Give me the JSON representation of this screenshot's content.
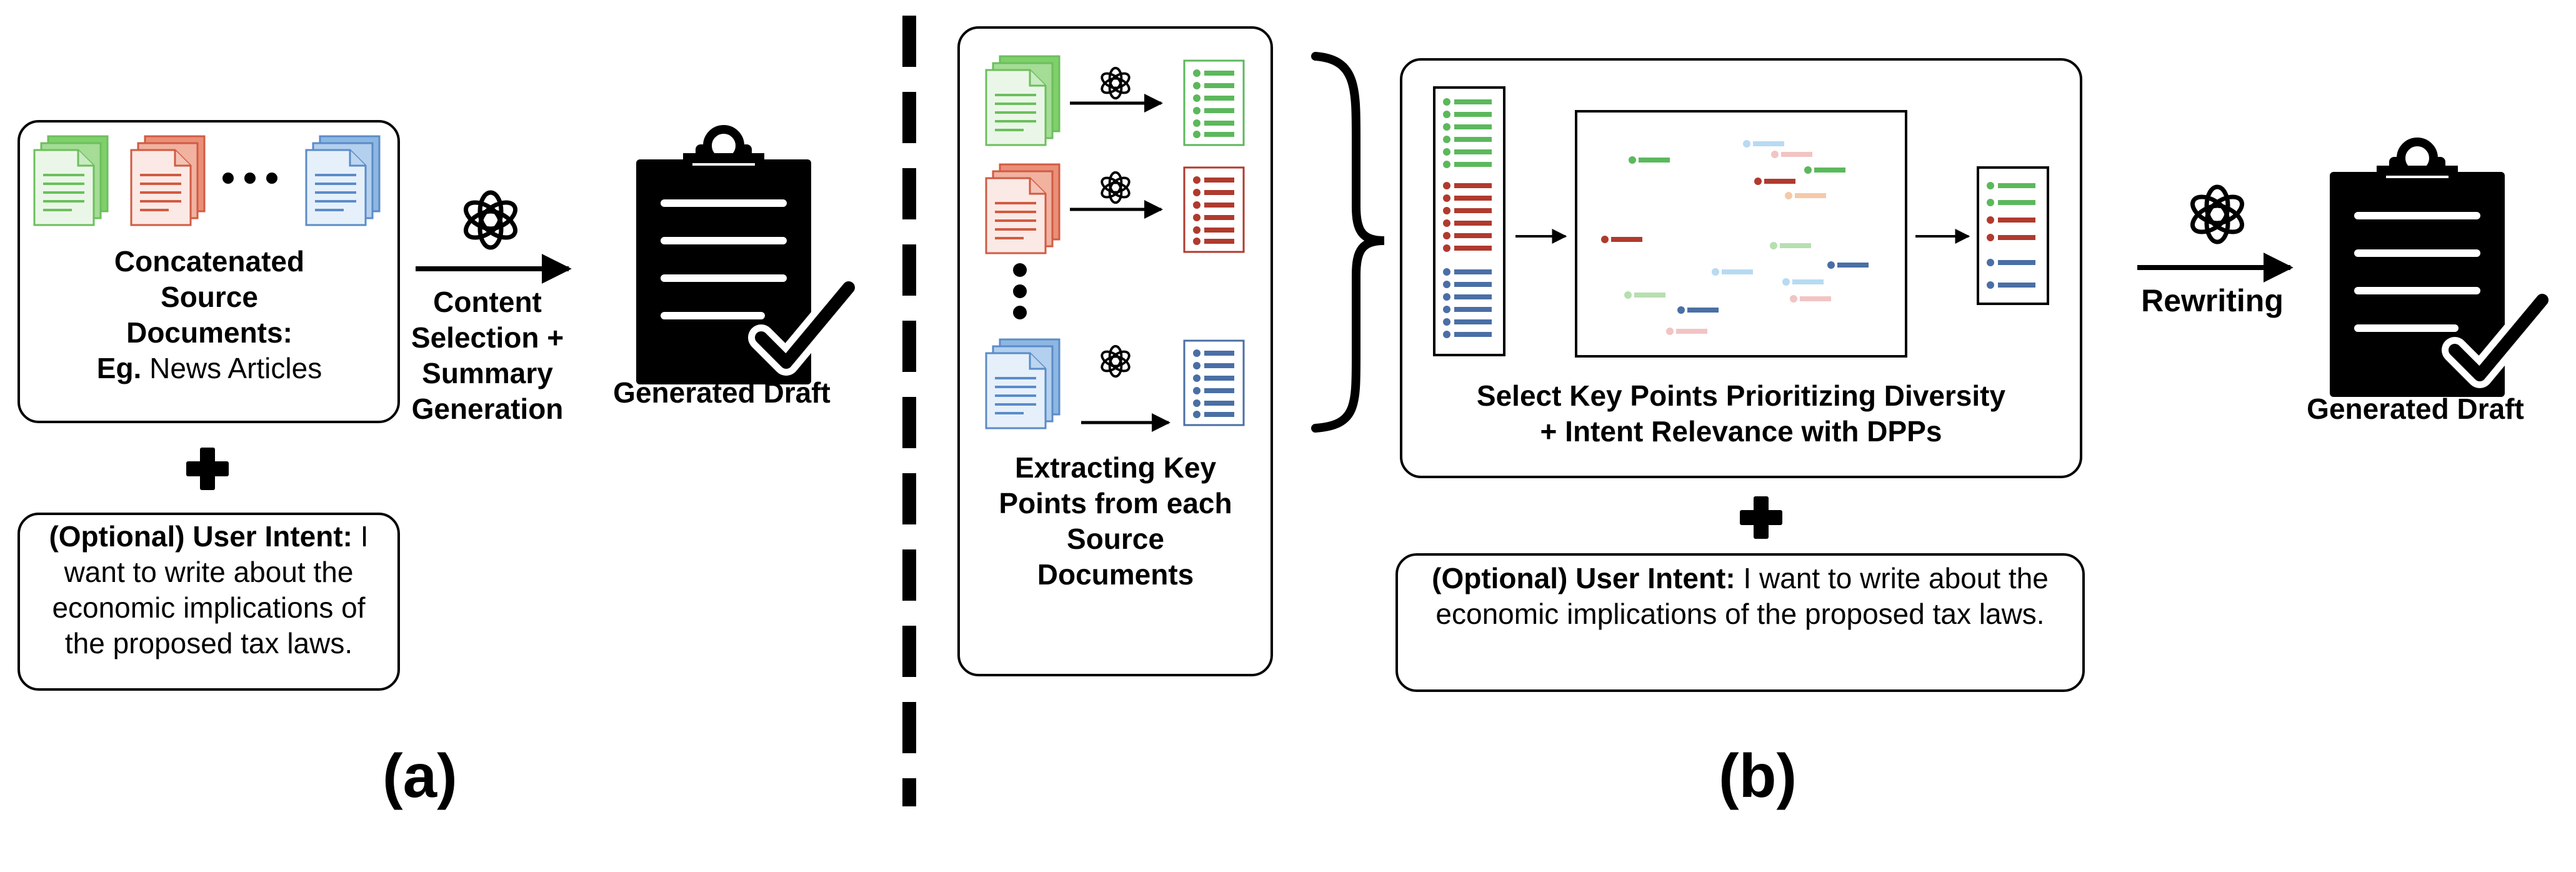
{
  "panel_a": {
    "sources_bold": "Concatenated Source Documents:",
    "example_bold": "Eg.",
    "example_rest": " News Articles",
    "arrow_label": "Content Selection + Summary Generation",
    "draft_label": "Generated Draft",
    "intent_bold": "(Optional) User Intent:",
    "intent_rest": " I want to write about the economic implications of the proposed tax laws.",
    "panel_tag": "(a)"
  },
  "panel_b": {
    "extract_label": "Extracting Key Points from each Source Documents",
    "select_label_line1": "Select Key Points Prioritizing Diversity",
    "select_label_line2": "+ Intent Relevance with DPPs",
    "rewrite_label": "Rewriting",
    "draft_label": "Generated Draft",
    "intent_bold": "(Optional) User Intent:",
    "intent_rest": " I want to write about the economic implications of the proposed tax laws.",
    "panel_tag": "(b)"
  },
  "colors": {
    "green": "#5cb85c",
    "red": "#b03a2e",
    "blue": "#4a6fa5",
    "light_green": "#b7dfb0",
    "light_red": "#f2c4c4",
    "light_blue": "#b8daf2",
    "light_orange": "#f5c9a8"
  },
  "icons": [
    "document-stack-icon",
    "openai-logo-icon",
    "clipboard-check-icon",
    "plus-icon",
    "ellipsis-icon",
    "arrow-icon",
    "curly-brace-icon",
    "key-points-list-icon"
  ]
}
